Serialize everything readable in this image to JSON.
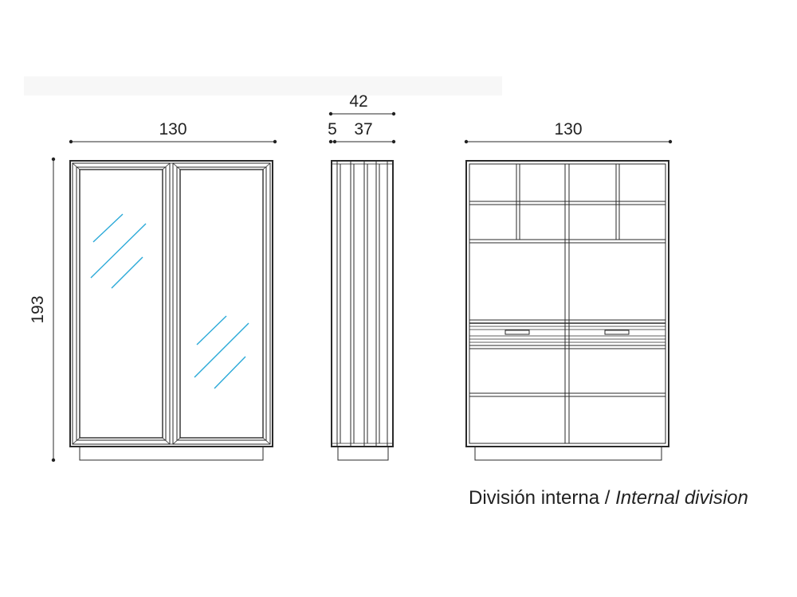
{
  "dimensions": {
    "front_width": "130",
    "height": "193",
    "side_depth_total": "42",
    "side_depth_a": "5",
    "side_depth_b": "37",
    "interior_width": "130"
  },
  "caption": {
    "spanish": "División interna",
    "separator": " / ",
    "english": "Internal division"
  },
  "colors": {
    "line": "#2a2a2a",
    "glass_reflection": "#2aa9d8"
  }
}
